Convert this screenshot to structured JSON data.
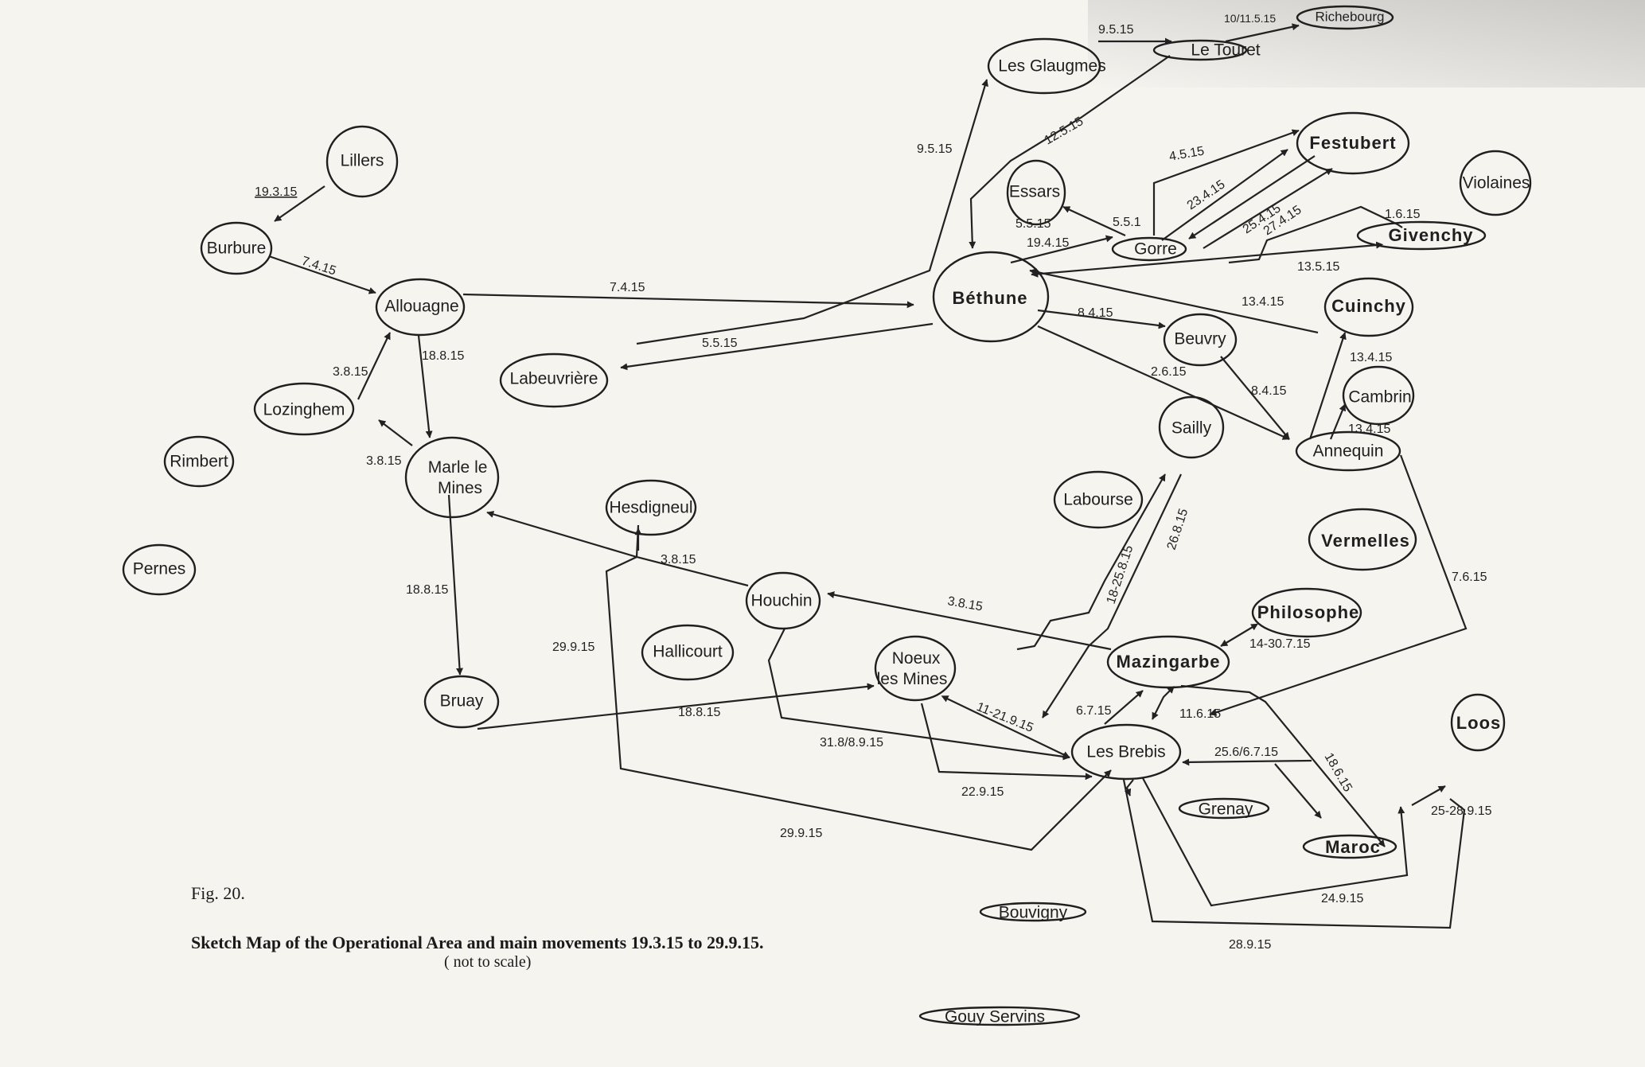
{
  "figure": {
    "label": "Fig.  20.",
    "title": "Sketch Map of the Operational Area and main movements 19.3.15 to 29.9.15.",
    "note": "( not to scale)"
  },
  "places": {
    "lillers": "Lillers",
    "burbure": "Burbure",
    "allouagne": "Allouagne",
    "lozinghem": "Lozinghem",
    "rimbert": "Rimbert",
    "pernes": "Pernes",
    "marle": "Marle le Mines",
    "bruay": "Bruay",
    "hesdigneul": "Hesdigneul",
    "houchin": "Houchin",
    "hallicourt": "Hallicourt",
    "labeuvriere": "Labeuvrière",
    "les_glaugmes": "Les Glaugmes",
    "le_touret": "Le Touret",
    "richebourg": "Richebourg",
    "essars": "Essars",
    "gorre": "Gorre",
    "festubert": "Festubert",
    "violaines": "Violaines",
    "givenchy": "Givenchy",
    "bethune": "Béthune",
    "beuvry": "Beuvry",
    "cuinchy": "Cuinchy",
    "cambrin": "Cambrin",
    "sailly": "Sailly",
    "annequin": "Annequin",
    "labourse": "Labourse",
    "vermelles": "Vermelles",
    "philosophe": "Philosophe",
    "noeux": "Noeux  les Mines",
    "mazingarbe": "Mazingarbe",
    "les_brebis": "Les Brebis",
    "loos": "Loos",
    "grenay": "Grenay",
    "maroc": "Maroc",
    "bouvigny": "Bouvigny",
    "gouy_servins": "Gouy Servins"
  },
  "dates": {
    "d_lillers_burbure": "19.3.15",
    "d_burbure_allouagne": "7.4.15",
    "d_allouagne_bethune": "7.4.15",
    "d_lozinghem_allouagne": "3.8.15",
    "d_allouagne_marle": "18.8.15",
    "d_marle_lozinghem": "3.8.15",
    "d_marle_bruay": "18.8.15",
    "d_bethune_labeuvriere": "5.5.15",
    "d_to_glaugmes": "9.5.15",
    "d_glaugmes_touret": "9.5.15",
    "d_touret_richebourg": "10/11.5.15",
    "d_touret_bethune": "12.5.15",
    "d_gorre_festubert": "4.5.15",
    "d_gorre_essars": "5.5.15",
    "d_gorre_essars2": "5.5.1",
    "d_bethune_gorre": "19.4.15",
    "d_gorre_festubert2": "23.4.15",
    "d_festubert_gorre": "25.4.15",
    "d_gorre_festubert3": "27.4.15",
    "d_givenchy": "1.6.15",
    "d_givenchy_bethune": "13.5.15",
    "d_cuinchy_bethune": "13.4.15",
    "d_bethune_beuvry": "8.4.15",
    "d_bethune_annequin": "2.6.15",
    "d_beuvry_annequin": "8.4.15",
    "d_annequin_cuinchy": "13.4.15",
    "d_annequin_cambrin": "13.4.15",
    "d_annequin_brebis": "7.6.15",
    "d_houchin_marle": "3.8.15",
    "d_mazingarbe_houchin": "3.8.15",
    "d_hesdigneul_brebis": "29.9.15",
    "d_brebis_hesdigneul": "29.9.15",
    "d_bruay_noeux": "18.8.15",
    "d_houchin_brebis": "31.8/8.9.15",
    "d_noeux_brebis": "11-21.9.15",
    "d_noeux_brebis2": "22.9.15",
    "d_brebis_sailly": "18-25.8.15",
    "d_sailly_brebis": "26.8.15",
    "d_philosophe": "14-30.7.15",
    "d_brebis_mazingarbe": "6.7.15",
    "d_mazingarbe_brebis": "11.6.15",
    "d_brebis_maroc": "25.6/6.7.15",
    "d_mazingarbe_loos": "18.6.15",
    "d_loos": "25-28.9.15",
    "d_brebis_maroc2": "24.9.15",
    "d_brebis_loos": "28.9.15"
  }
}
